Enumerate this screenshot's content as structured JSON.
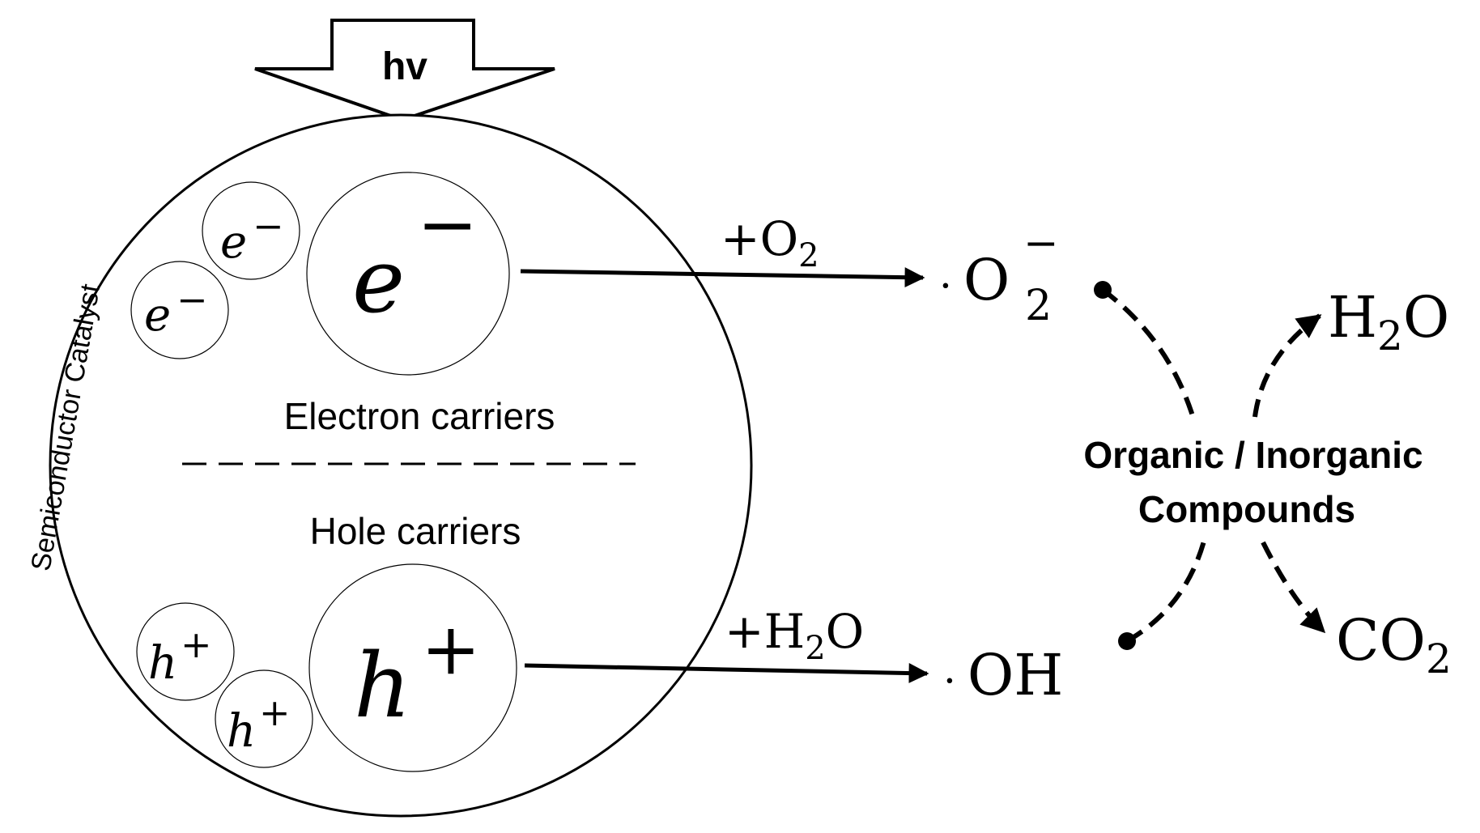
{
  "light": {
    "label": "hv"
  },
  "catalyst": {
    "label": "Semiconductor Catalyst",
    "electron_region_label": "Electron carriers",
    "hole_region_label": "Hole carriers"
  },
  "carriers": {
    "electron_symbol": "e",
    "electron_charge": "−",
    "hole_symbol": "h",
    "hole_charge": "+"
  },
  "reactions": {
    "electron_reactant": {
      "prefix": "+O",
      "sub": "2"
    },
    "hole_reactant": {
      "prefix": "+H",
      "sub": "2",
      "suffix": "O"
    }
  },
  "radicals": {
    "superoxide": {
      "dot": "·",
      "main": "O",
      "sub": "2",
      "sup": "−"
    },
    "hydroxyl": {
      "dot": "·",
      "main": "OH"
    }
  },
  "compounds": {
    "line1": "Organic / Inorganic",
    "line2": "Compounds"
  },
  "products": {
    "water": {
      "pre": "H",
      "sub": "2",
      "post": "O"
    },
    "carbon_dioxide": {
      "pre": "CO",
      "sub": "2"
    }
  }
}
